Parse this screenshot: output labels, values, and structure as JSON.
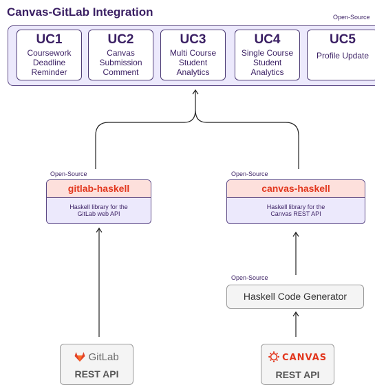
{
  "title": "Canvas-GitLab Integration",
  "tags": {
    "top": "Open-Source",
    "gitlab_lib": "Open-Source",
    "canvas_lib": "Open-Source",
    "generator": "Open-Source"
  },
  "use_cases": [
    {
      "id": "UC1",
      "text": "Coursework Deadline Reminder"
    },
    {
      "id": "UC2",
      "text": "Canvas Submission Comment"
    },
    {
      "id": "UC3",
      "text": "Multi Course Student Analytics"
    },
    {
      "id": "UC4",
      "text": "Single Course Student Analytics"
    },
    {
      "id": "UC5",
      "text": "Profile Update"
    }
  ],
  "libraries": {
    "gitlab": {
      "name": "gitlab-haskell",
      "desc_line1": "Haskell library for the",
      "desc_line2": "GitLab web API"
    },
    "canvas": {
      "name": "canvas-haskell",
      "desc_line1": "Haskell library for the",
      "desc_line2": "Canvas REST API"
    }
  },
  "generator": {
    "label": "Haskell Code Generator"
  },
  "apis": {
    "gitlab": {
      "brand": "GitLab",
      "label": "REST API",
      "icon": "gitlab-fox-icon"
    },
    "canvas": {
      "brand": "CANVAS",
      "label": "REST API",
      "icon": "canvas-logo-icon"
    }
  },
  "colors": {
    "panel_bg": "#ece9fc",
    "library_header_bg": "#fde0dc",
    "library_name": "#e2361d",
    "text": "#3a1f63",
    "gitlab_orange": "#e24329",
    "canvas_red": "#e2361d"
  }
}
